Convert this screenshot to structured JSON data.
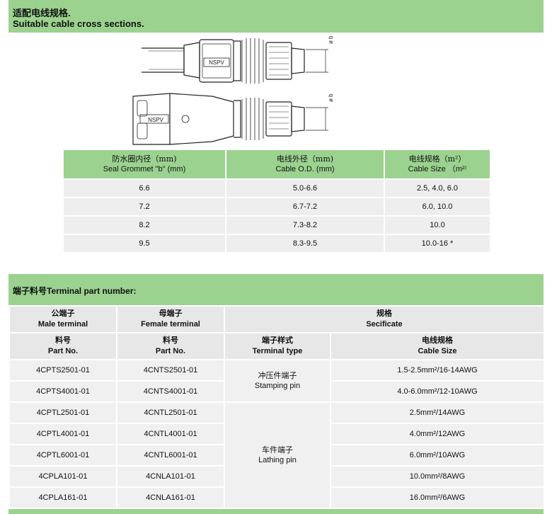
{
  "section1": {
    "title_zh": "适配电线规格.",
    "title_en": "Suitable cable cross sections."
  },
  "drawing": {
    "male_label": "NSPV",
    "female_label": "NSPV",
    "dim_label": "ø b"
  },
  "grommet_table": {
    "headers": [
      {
        "zh": "防水圈内径（mm)",
        "en": "Seal Grommet \"b\" (mm)"
      },
      {
        "zh": "电线外径（mm)",
        "en": "Cable O.D. (mm)"
      },
      {
        "zh": "电线规格（m²）",
        "en": "Cable Size （m²⁾"
      }
    ],
    "rows": [
      [
        "6.6",
        "5.0-6.6",
        "2.5, 4.0, 6.0"
      ],
      [
        "7.2",
        "6.7-7.2",
        "6.0, 10.0"
      ],
      [
        "8.2",
        "7.3-8.2",
        "10.0"
      ],
      [
        "9.5",
        "8.3-9.5",
        "10.0-16 *"
      ]
    ]
  },
  "section2": {
    "title": "端子料号Terminal part number:"
  },
  "terminal_table": {
    "top_headers": [
      {
        "zh": "公端子",
        "en": "Male terminal"
      },
      {
        "zh": "母端子",
        "en": "Female terminal"
      },
      {
        "zh": "规格",
        "en": "Secificate"
      }
    ],
    "sub_headers": [
      {
        "zh": "料号",
        "en": "Part No."
      },
      {
        "zh": "料号",
        "en": "Part No."
      },
      {
        "zh": "端子样式",
        "en": "Terminal type"
      },
      {
        "zh": "电线规格",
        "en": "Cable Size"
      }
    ],
    "rows": [
      {
        "male": "4CPTS2501-01",
        "female": "4CNTS2501-01",
        "size": "1.5-2.5mm²/16-14AWG"
      },
      {
        "male": "4CPTS4001-01",
        "female": "4CNTS4001-01",
        "size": "4.0-6.0mm²/12-10AWG"
      },
      {
        "male": "4CPTL2501-01",
        "female": "4CNTL2501-01",
        "size": "2.5mm²/14AWG"
      },
      {
        "male": "4CPTL4001-01",
        "female": "4CNTL4001-01",
        "size": "4.0mm²/12AWG"
      },
      {
        "male": "4CPTL6001-01",
        "female": "4CNTL6001-01",
        "size": "6.0mm²/10AWG"
      },
      {
        "male": "4CPLA101-01",
        "female": "4CNLA101-01",
        "size": "10.0mm²/8AWG"
      },
      {
        "male": "4CPLA161-01",
        "female": "4CNLA161-01",
        "size": "16.0mm²/6AWG"
      }
    ],
    "types": [
      {
        "zh": "冲压件端子",
        "en": "Stamping pin"
      },
      {
        "zh": "车件端子",
        "en": "Lathing pin"
      }
    ]
  }
}
